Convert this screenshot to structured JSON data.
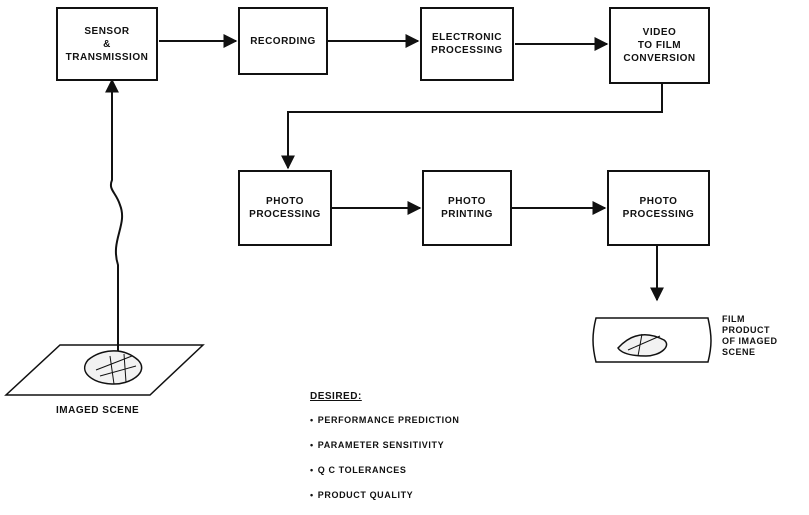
{
  "boxes": {
    "sensor": "SENSOR\n&\nTRANSMISSION",
    "recording": "RECORDING",
    "electronic": "ELECTRONIC\nPROCESSING",
    "video_to_film": "VIDEO\nTO FILM\nCONVERSION",
    "photo_processing_1": "PHOTO\nPROCESSING",
    "photo_printing": "PHOTO\nPRINTING",
    "photo_processing_2": "PHOTO\nPROCESSING"
  },
  "labels": {
    "imaged_scene": "IMAGED SCENE",
    "film_product": "FILM\nPRODUCT\nOF IMAGED\nSCENE"
  },
  "desired": {
    "heading": "DESIRED:",
    "items": [
      "PERFORMANCE PREDICTION",
      "PARAMETER SENSITIVITY",
      "Q C TOLERANCES",
      "PRODUCT QUALITY"
    ]
  }
}
